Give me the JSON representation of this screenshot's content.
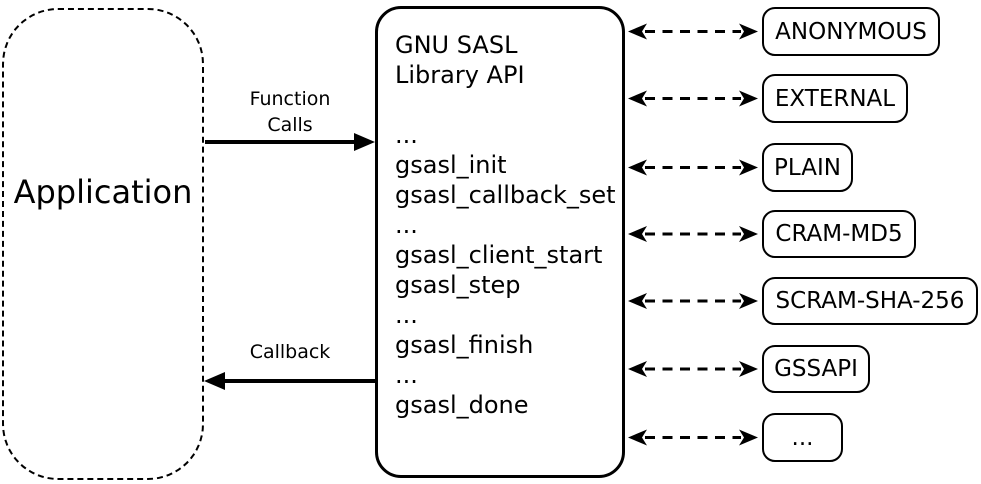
{
  "application": {
    "label": "Application"
  },
  "library": {
    "lines": [
      "GNU SASL",
      "Library API",
      "",
      "...",
      "gsasl_init",
      "gsasl_callback_set",
      "...",
      "gsasl_client_start",
      "gsasl_step",
      "...",
      "gsasl_finish",
      "...",
      "gsasl_done"
    ]
  },
  "links": {
    "function_calls_label_lines": [
      "Function",
      "Calls"
    ],
    "callback_label": "Callback"
  },
  "mechanisms": [
    {
      "label": "ANONYMOUS"
    },
    {
      "label": "EXTERNAL"
    },
    {
      "label": "PLAIN"
    },
    {
      "label": "CRAM-MD5"
    },
    {
      "label": "SCRAM-SHA-256"
    },
    {
      "label": "GSSAPI"
    },
    {
      "label": "..."
    }
  ],
  "colors": {
    "ink": "#000000",
    "background": "#ffffff"
  }
}
